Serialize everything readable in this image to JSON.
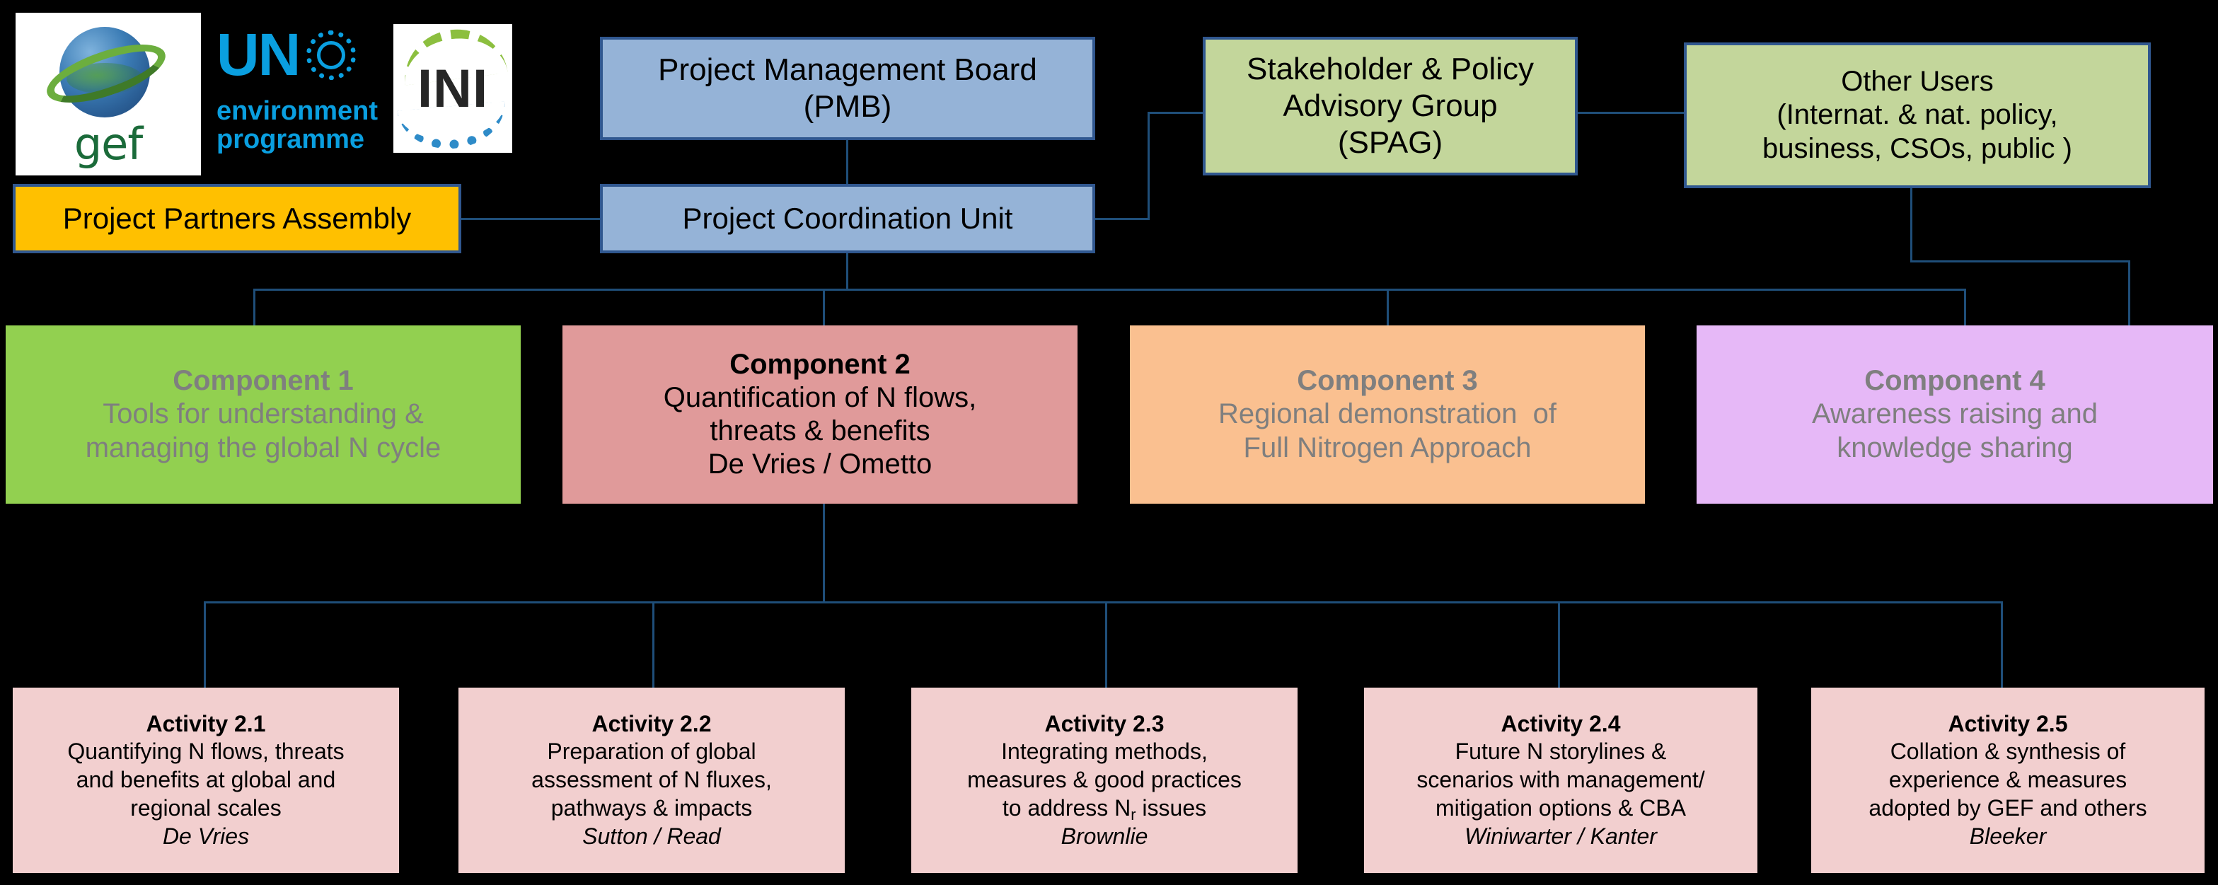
{
  "logos": [
    {
      "name": "gef-logo",
      "text": "gef",
      "alt": "Global Environment Facility"
    },
    {
      "name": "unep-logo",
      "line1": "UN",
      "line2": "environment",
      "line3": "programme"
    },
    {
      "name": "ini-logo",
      "text": "INI",
      "alt": "International Nitrogen Initiative"
    }
  ],
  "governance": {
    "pmb": {
      "lines": [
        "Project Management Board",
        "(PMB)"
      ]
    },
    "spag": {
      "lines": [
        "Stakeholder & Policy",
        "Advisory Group",
        "(SPAG)"
      ]
    },
    "other_users": {
      "lines": [
        "Other Users",
        "(Internat. & nat. policy,",
        "business, CSOs, public )"
      ]
    },
    "ppa": {
      "lines": [
        "Project Partners Assembly"
      ]
    },
    "pcu": {
      "lines": [
        "Project Coordination Unit"
      ]
    }
  },
  "components": [
    {
      "title": "Component 1",
      "lines": [
        "Tools for understanding &",
        "managing the global N cycle"
      ],
      "color": "#92d050",
      "text_color": "#7f7f7f"
    },
    {
      "title": "Component 2",
      "lines": [
        "Quantification of N flows,",
        "threats & benefits",
        "De Vries / Ometto"
      ],
      "color": "#e09a9a",
      "text_color": "#000000"
    },
    {
      "title": "Component 3",
      "lines": [
        "Regional demonstration  of",
        "Full Nitrogen Approach"
      ],
      "color": "#fac090",
      "text_color": "#7f7f7f"
    },
    {
      "title": "Component 4",
      "lines": [
        "Awareness raising and",
        "knowledge sharing"
      ],
      "color": "#e6b8f7",
      "text_color": "#7f7f7f"
    }
  ],
  "activities": [
    {
      "title": "Activity 2.1",
      "lines": [
        "Quantifying N flows, threats",
        "and benefits at global and",
        "regional scales"
      ],
      "lead": "De Vries"
    },
    {
      "title": "Activity 2.2",
      "lines": [
        "Preparation of global",
        "assessment of N fluxes,",
        "pathways & impacts"
      ],
      "lead": "Sutton / Read"
    },
    {
      "title": "Activity 2.3",
      "lines": [
        "Integrating methods,",
        "measures & good practices",
        "to address N<sub>r</sub> issues"
      ],
      "lead": "Brownlie",
      "has_html": true
    },
    {
      "title": "Activity 2.4",
      "lines": [
        "Future N storylines &",
        "scenarios with management/",
        "mitigation options & CBA"
      ],
      "lead": "Winiwarter / Kanter"
    },
    {
      "title": "Activity 2.5",
      "lines": [
        "Collation & synthesis of",
        "experience & measures",
        "adopted by GEF and others"
      ],
      "lead": "Bleeker"
    }
  ],
  "colors": {
    "background": "#000000",
    "connector": "#1f4e79",
    "governance_blue": "#95b3d7",
    "governance_green": "#c3d69b",
    "governance_amber": "#ffc000",
    "activity_pink": "#f2cfcf",
    "box_border": "#30578f"
  }
}
